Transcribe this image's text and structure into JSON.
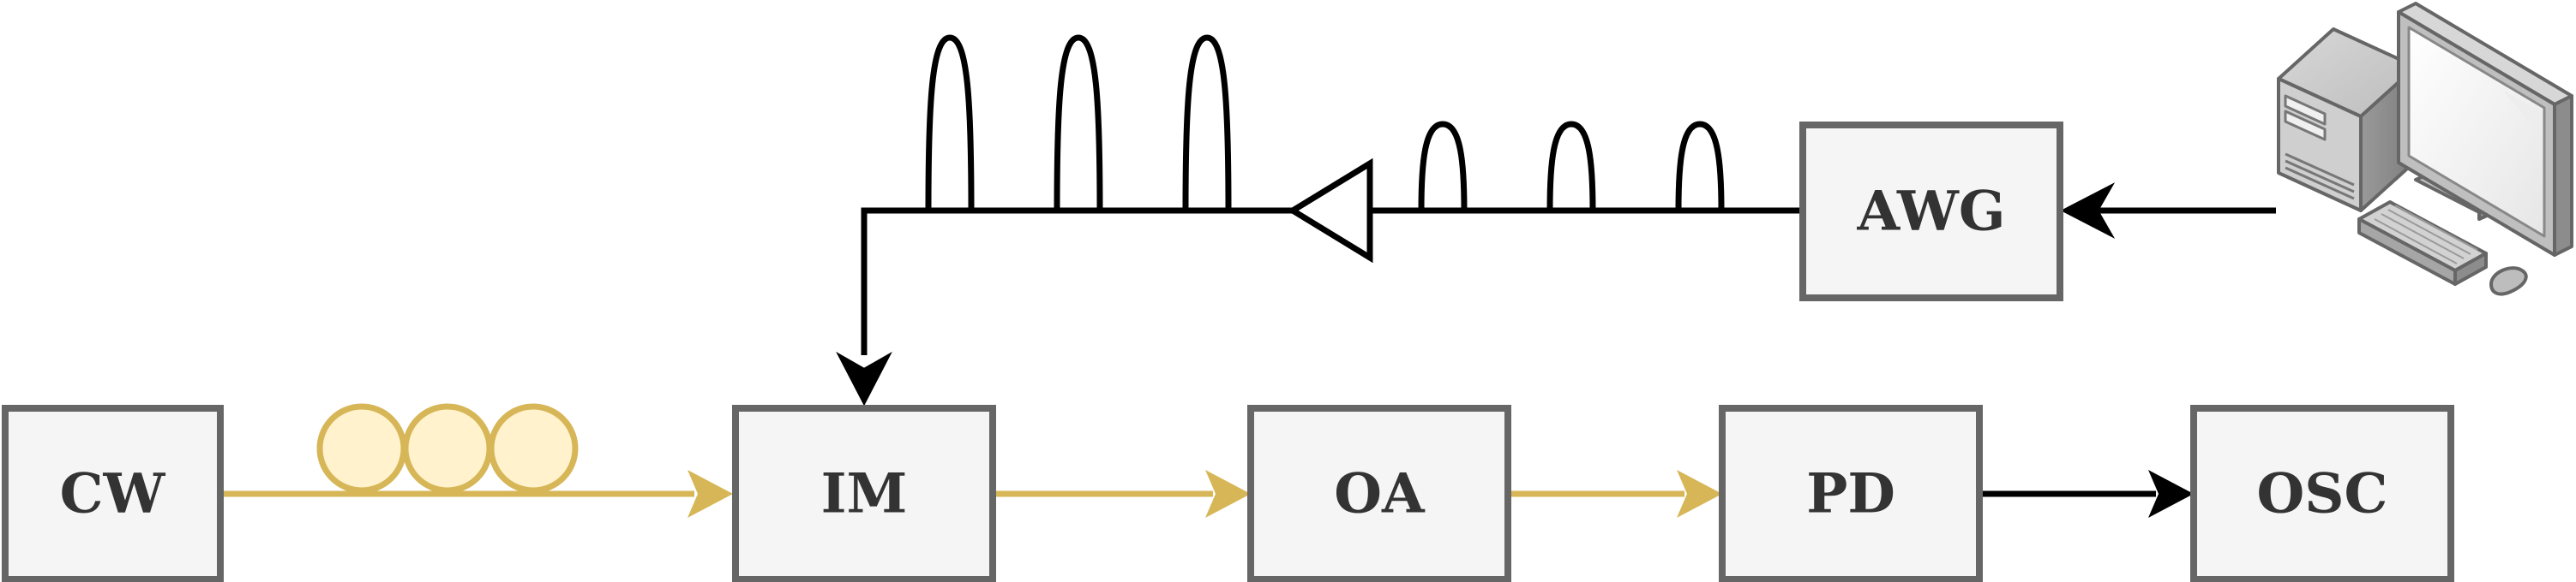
{
  "blocks": {
    "cw": {
      "label": "CW"
    },
    "im": {
      "label": "IM"
    },
    "oa": {
      "label": "OA"
    },
    "pd": {
      "label": "PD"
    },
    "osc": {
      "label": "OSC"
    },
    "awg": {
      "label": "AWG"
    }
  },
  "colors": {
    "block_fill": "#f5f5f5",
    "block_border": "#666666",
    "label": "#333333",
    "optical_path": "#d6b656",
    "fiber_fill": "#fff2cc",
    "electrical_path": "#000000"
  },
  "icons": {
    "computer": "desktop-computer-icon",
    "amplifier": "amplifier-triangle-icon",
    "fiber": "fiber-coil-icon",
    "pulse": "pulse-icon"
  }
}
